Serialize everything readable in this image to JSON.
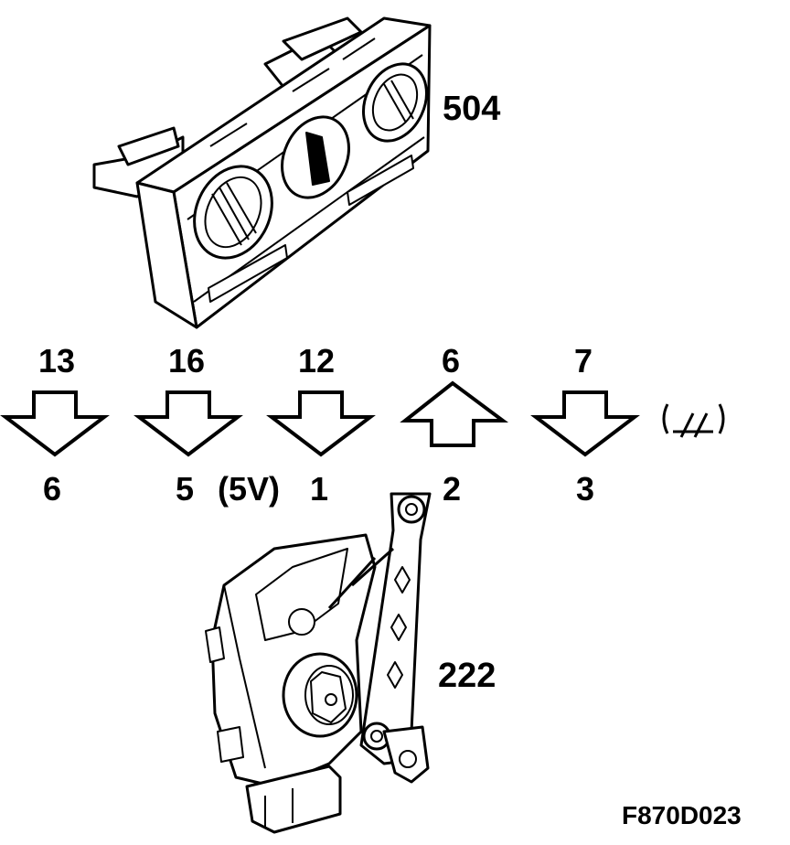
{
  "parts": {
    "control_panel_label": "504",
    "actuator_label": "222"
  },
  "connections": [
    {
      "top_pin": "13",
      "direction": "down",
      "bottom_pin": "6"
    },
    {
      "top_pin": "16",
      "direction": "down",
      "bottom_pin": "5"
    },
    {
      "top_pin": "12",
      "direction": "down",
      "bottom_pin": "1"
    },
    {
      "top_pin": "6",
      "direction": "up",
      "bottom_pin": "2"
    },
    {
      "top_pin": "7",
      "direction": "down",
      "bottom_pin": "3"
    }
  ],
  "supply_note": "(5V)",
  "ground_note": "(/⁠/)",
  "figure_code": "F870D023",
  "colors": {
    "ink": "#000000",
    "paper": "#ffffff"
  }
}
